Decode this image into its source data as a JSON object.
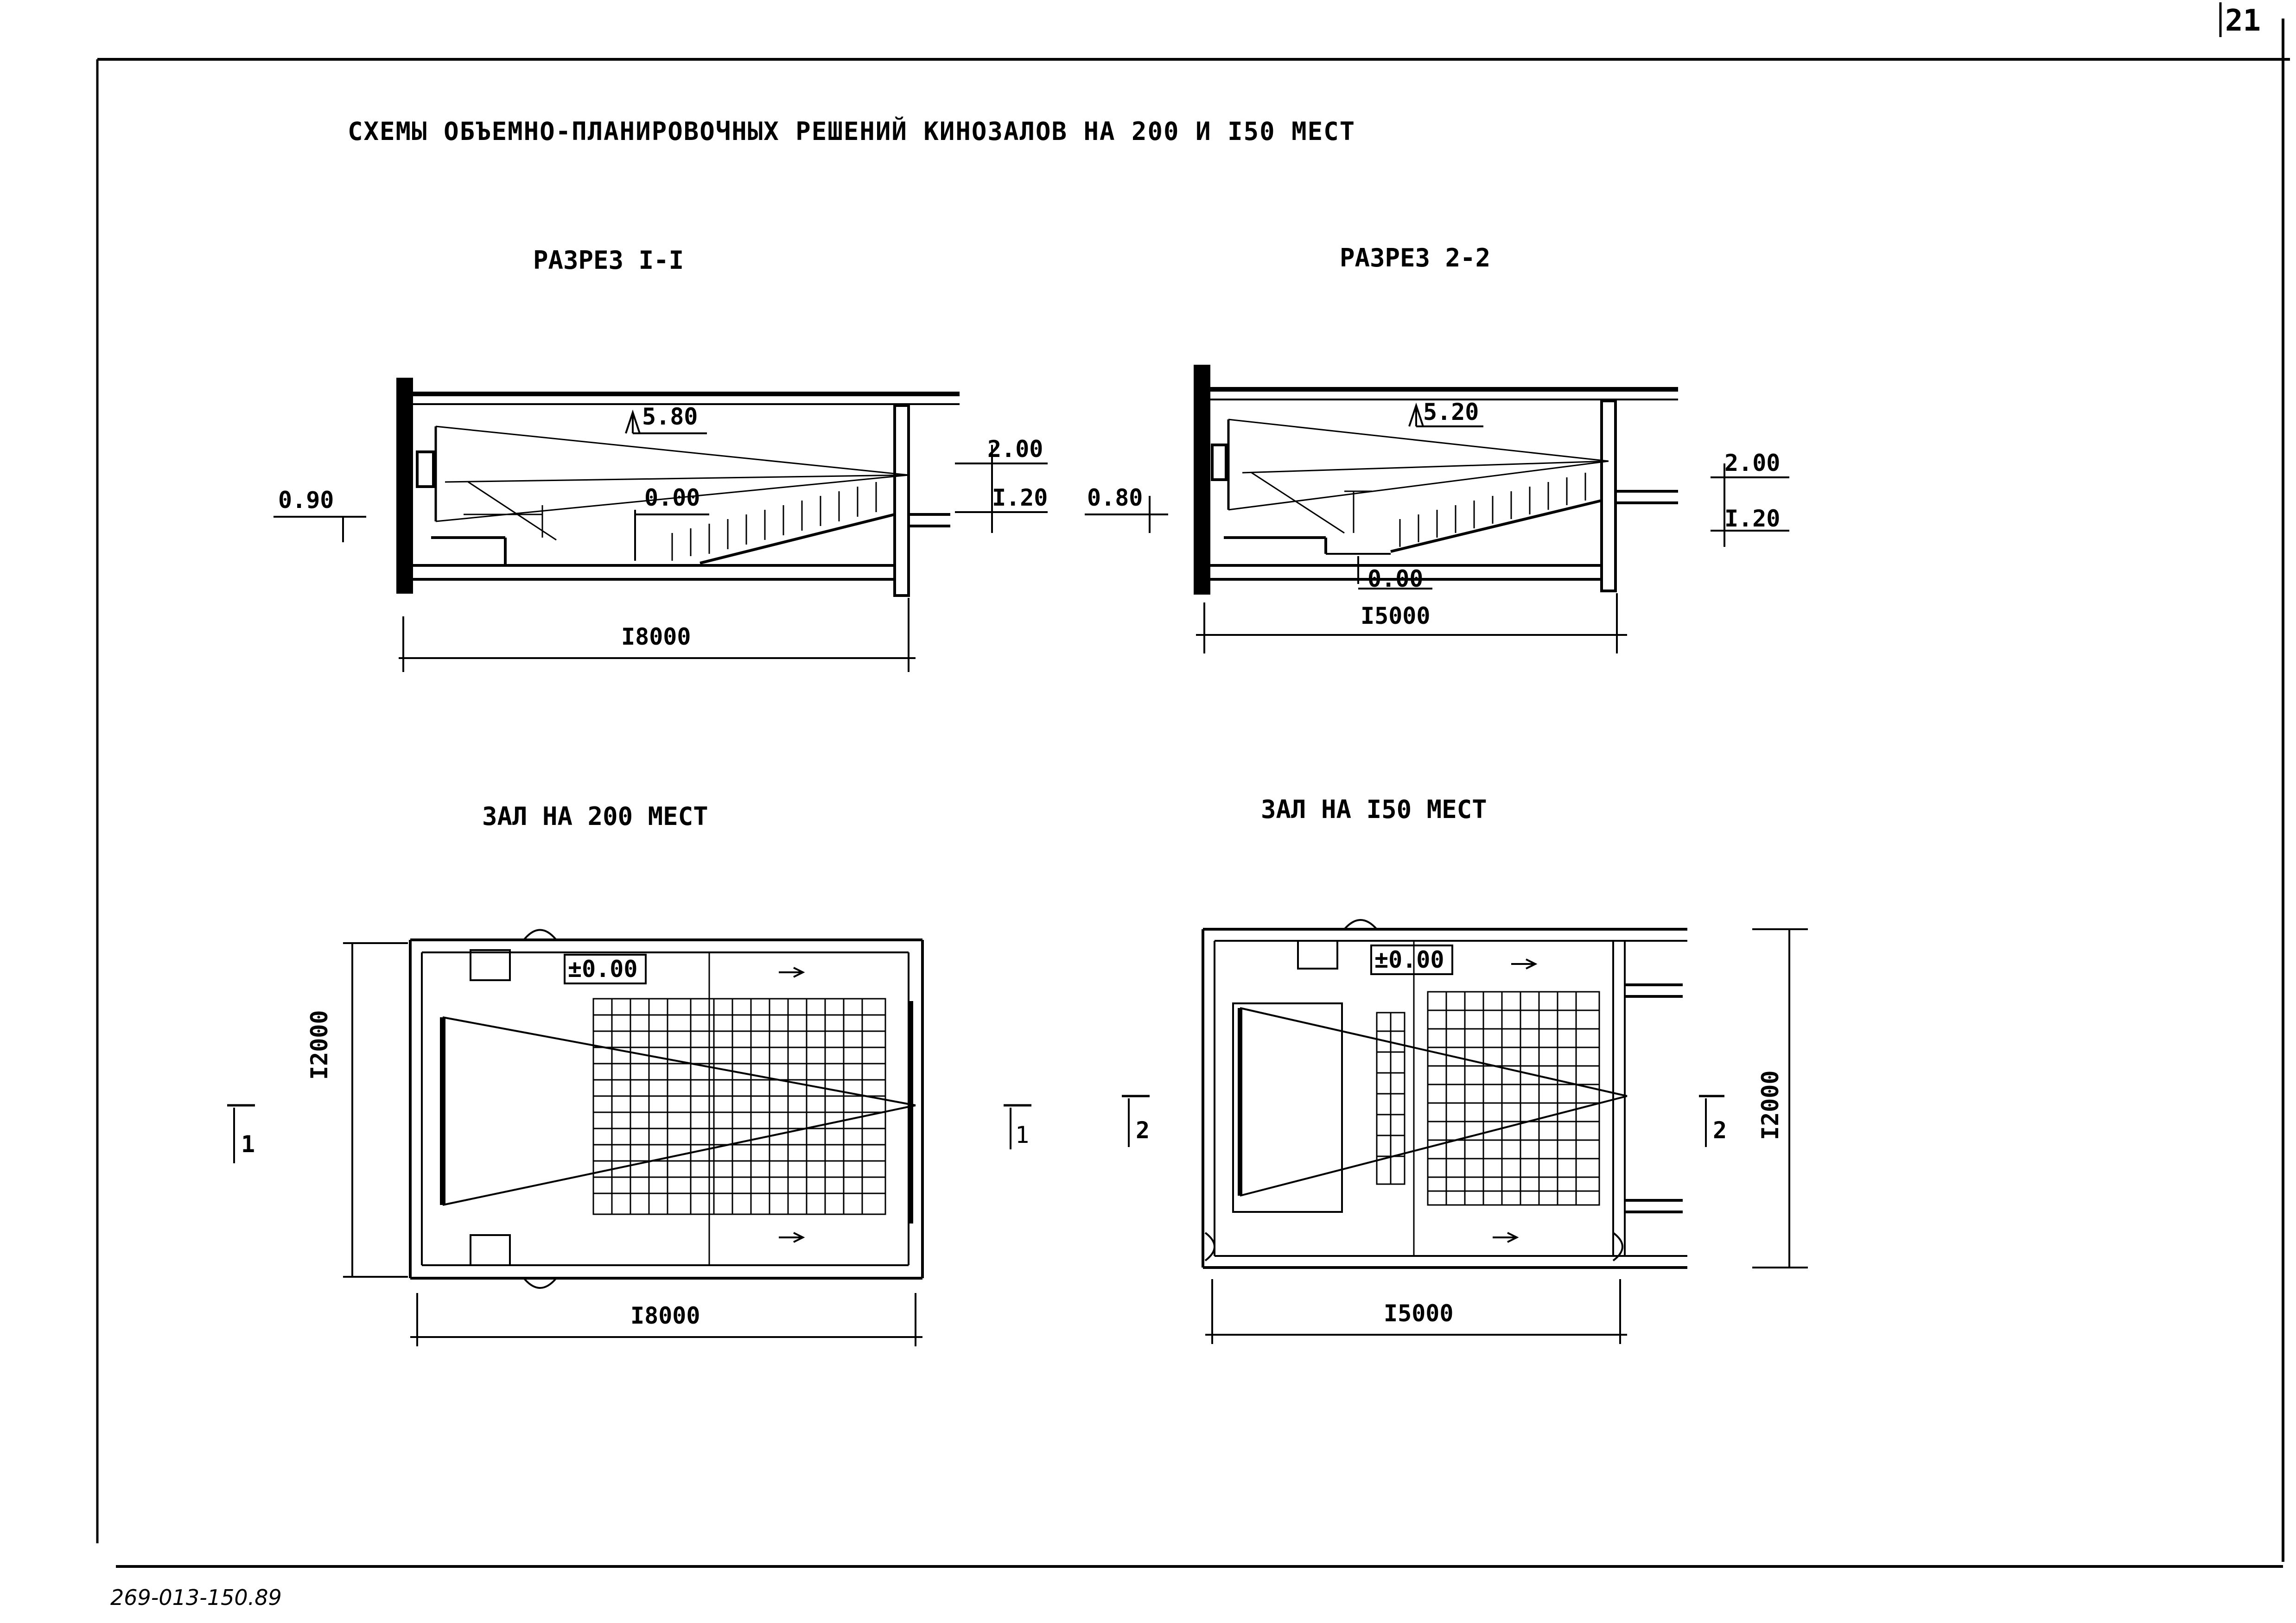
{
  "page_number": "21",
  "title": "СХЕМЫ ОБЪЕМНО-ПЛАНИРОВОЧНЫХ РЕШЕНИЙ КИНОЗАЛОВ НА 200 И I50 МЕСТ",
  "section_1": {
    "caption": "РАЗРЕЗ I-I",
    "levels": [
      "5.80",
      "0.00",
      "2.00",
      "I.20",
      "0.90"
    ],
    "width_dim": "I8000"
  },
  "section_2": {
    "caption": "РАЗРЕЗ  2-2",
    "levels": [
      "5.20",
      "0.00",
      "2.00",
      "I.20",
      "0.80"
    ],
    "width_dim": "I5000"
  },
  "plan_200": {
    "caption": "ЗАЛ НА 200 МЕСТ",
    "floor_level": "±0.00",
    "depth_dim": "I2000",
    "width_dim": "I8000",
    "cut_mark": "1"
  },
  "plan_150": {
    "caption": "ЗАЛ НА I50 МЕСТ",
    "floor_level": "±0.00",
    "depth_dim": "I2000",
    "width_dim": "I5000",
    "cut_mark": "2"
  },
  "doc_number": "269-013-150.89"
}
